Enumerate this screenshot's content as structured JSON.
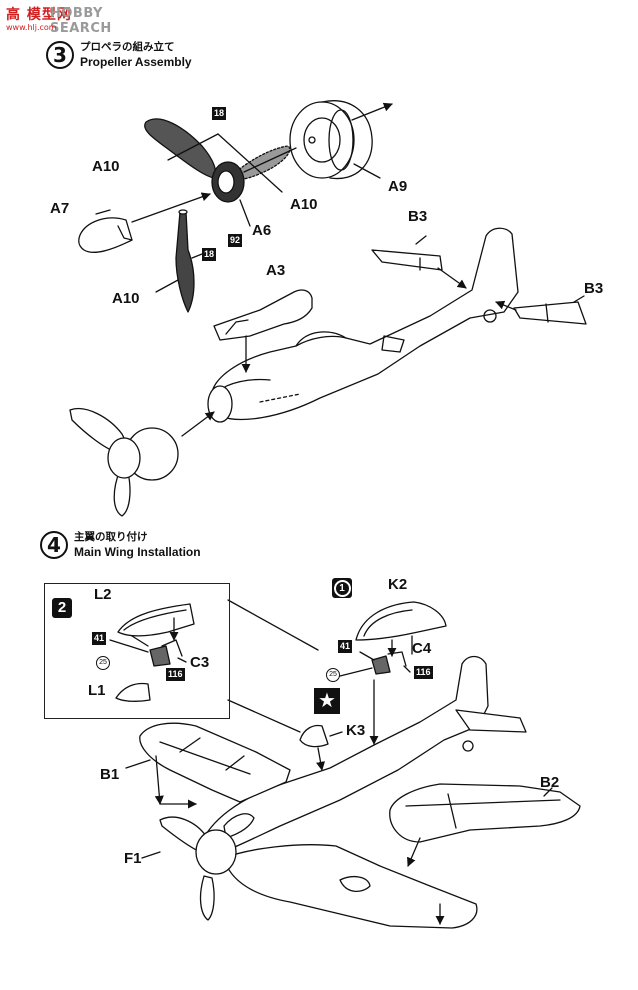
{
  "watermark": {
    "cn": "高 模型网",
    "en": "HOBBY SEARCH",
    "url": "www.hlj.com"
  },
  "steps": [
    {
      "number": "3",
      "title_jp": "プロペラの組み立て",
      "title_en": "Propeller Assembly"
    },
    {
      "number": "4",
      "title_jp": "主翼の取り付け",
      "title_en": "Main Wing Installation"
    }
  ],
  "step3": {
    "labels": {
      "a10_left": "A10",
      "a10_right": "A10",
      "a10_bottom": "A10",
      "a7": "A7",
      "a6": "A6",
      "a9": "A9",
      "a3": "A3",
      "b3_left": "B3",
      "b3_right": "B3"
    },
    "paint_codes": {
      "p18_top": "18",
      "p92": "92",
      "p18_blade": "18"
    }
  },
  "step4": {
    "inset_variant": "2",
    "main_variant": "1",
    "labels": {
      "l2": "L2",
      "c3": "C3",
      "l1": "L1",
      "k2": "K2",
      "c4": "C4",
      "k3": "K3",
      "b1": "B1",
      "b2": "B2",
      "f1": "F1"
    },
    "paint_codes": {
      "p41_inset": "41",
      "p116_inset": "116",
      "p41_main": "41",
      "p116_main": "116"
    },
    "circle_codes": {
      "c25_inset": "25",
      "c25_main": "25"
    },
    "star_symbol": "★"
  }
}
